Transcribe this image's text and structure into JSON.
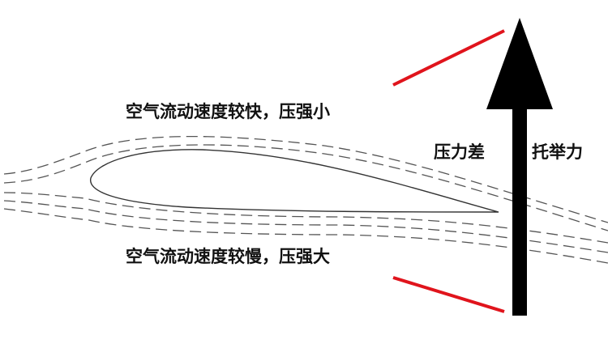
{
  "labels": {
    "top": "空气流动速度较快，压强小",
    "bottom": "空气流动速度较慢，压强大",
    "pressure_difference": "压力差",
    "lift": "托举力"
  },
  "colors": {
    "arrow": "#000000",
    "indicator_lines": "#e0141c",
    "streamlines": "#444444"
  }
}
